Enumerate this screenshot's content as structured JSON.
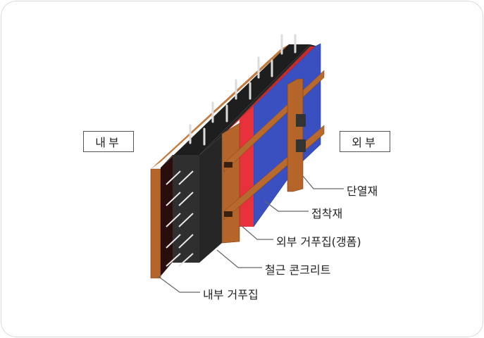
{
  "side_labels": {
    "inside": "내부",
    "outside": "외부"
  },
  "callouts": [
    {
      "id": "insulation",
      "label": "단열재"
    },
    {
      "id": "adhesive",
      "label": "접착재"
    },
    {
      "id": "outer-formwork",
      "label": "외부 거푸집(갱폼)"
    },
    {
      "id": "reinforced-concrete",
      "label": "철근 콘크리트"
    },
    {
      "id": "inner-formwork",
      "label": "내부 거푸집"
    }
  ],
  "colors": {
    "wood": "#b5652a",
    "concrete": "#2b2b2b",
    "adhesive": "#e8313a",
    "insulation": "#3a4fc0"
  }
}
